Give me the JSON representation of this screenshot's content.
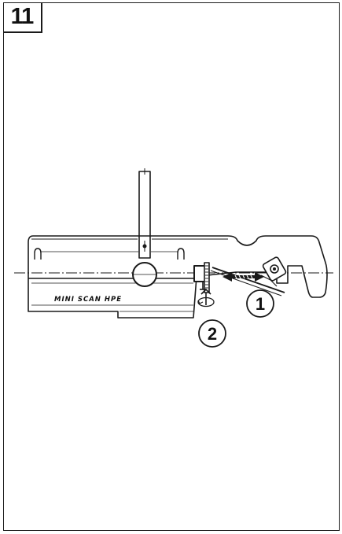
{
  "figure": {
    "step_number": "11",
    "brand_label": "MINI SCAN HPE",
    "callouts": [
      "1",
      "2"
    ],
    "icons": [
      "slide-arrow-icon",
      "rotate-arrow-icon"
    ],
    "colors": {
      "ink": "#1a1a1a",
      "paper": "#ffffff"
    }
  }
}
